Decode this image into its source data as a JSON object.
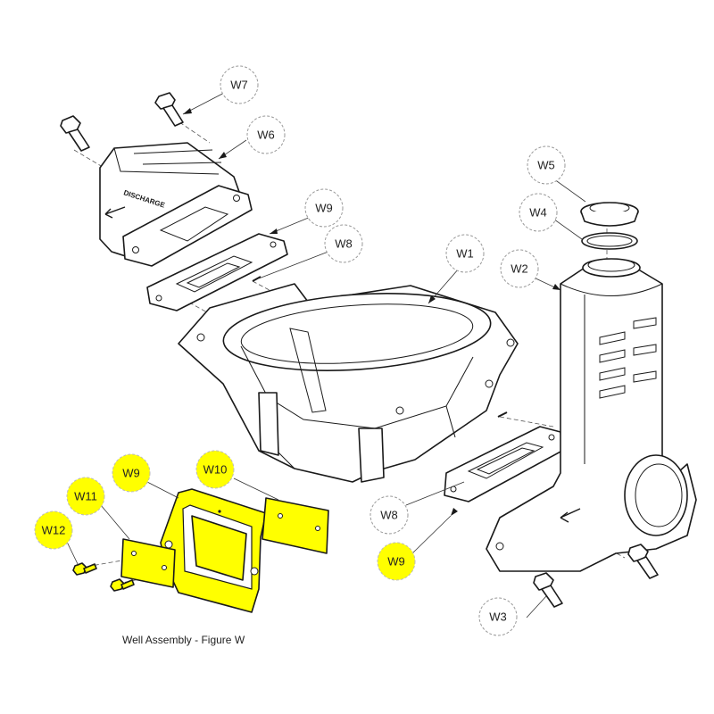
{
  "caption": "Well Assembly - Figure W",
  "highlight_color": "#ffff00",
  "discharge_label": "DISCHARGE",
  "callouts": {
    "w7": "W7",
    "w6": "W6",
    "w9_top": "W9",
    "w8_top": "W8",
    "w1": "W1",
    "w5": "W5",
    "w4": "W4",
    "w2": "W2",
    "w8_mid": "W8",
    "w9_mid": "W9",
    "w3": "W3",
    "w9_low": "W9",
    "w10": "W10",
    "w11": "W11",
    "w12": "W12"
  }
}
